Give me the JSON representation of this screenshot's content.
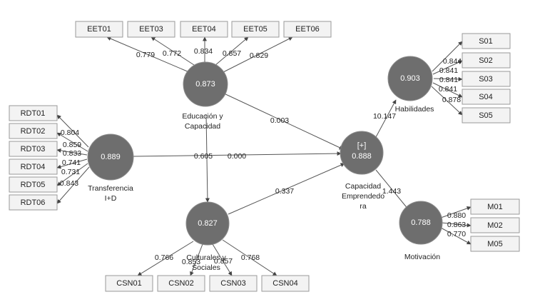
{
  "constructs": {
    "educacion": {
      "value": "0.873",
      "label_lines": [
        "Educación y",
        "Capacidad"
      ]
    },
    "transferencia": {
      "value": "0.889",
      "label_lines": [
        "Transferencia",
        "I+D"
      ]
    },
    "culturales": {
      "value": "0.827",
      "label_lines": [
        "Culturales y",
        "Sociales"
      ]
    },
    "capacidad": {
      "value": "0.888",
      "prefix": "[+]",
      "label_lines": [
        "Capacidad",
        "Emprendedo",
        "ra"
      ]
    },
    "habilidades": {
      "value": "0.903",
      "label_lines": [
        "Habilidades"
      ]
    },
    "motivacion": {
      "value": "0.788",
      "label_lines": [
        "Motivación"
      ]
    }
  },
  "indicators": {
    "eet": [
      "EET01",
      "EET03",
      "EET04",
      "EET05",
      "EET06"
    ],
    "rdt": [
      "RDT01",
      "RDT02",
      "RDT03",
      "RDT04",
      "RDT05",
      "RDT06"
    ],
    "csn": [
      "CSN01",
      "CSN02",
      "CSN03",
      "CSN04"
    ],
    "s": [
      "S01",
      "S02",
      "S03",
      "S04",
      "S05"
    ],
    "m": [
      "M01",
      "M02",
      "M05"
    ]
  },
  "loadings": {
    "eet": [
      "0.779",
      "0.772",
      "0.834",
      "0.857",
      "0.829"
    ],
    "rdt": [
      "0.804",
      "0.859",
      "0.833",
      "0.741",
      "0.731",
      "0.843"
    ],
    "csn": [
      "0.766",
      "0.853",
      "0.857",
      "0.768"
    ],
    "s": [
      "0.844",
      "0.841",
      "0.841",
      "0.841",
      "0.878"
    ],
    "m": [
      "0.880",
      "0.863",
      "0.770"
    ]
  },
  "paths": {
    "educacion_capacidad": "0.003",
    "educacion_culturales": "0.605",
    "transferencia_capacidad": "0.000",
    "culturales_capacidad": "0.337",
    "capacidad_habilidades": "10.147",
    "capacidad_motivacion": "1.443"
  }
}
